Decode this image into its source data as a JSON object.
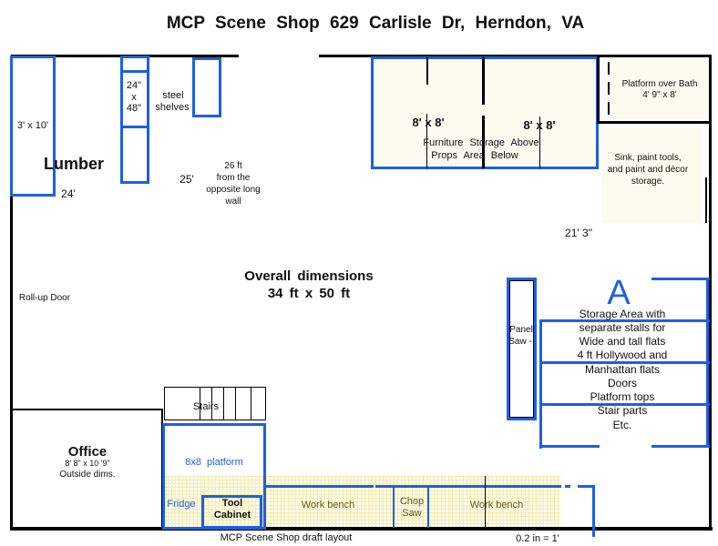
{
  "title": "MCP Scene Shop 629 Carlisle Dr, Herndon, VA",
  "lumber": {
    "rack_size": "3' x 10'",
    "label": "Lumber",
    "dim": "24'"
  },
  "shelves": {
    "size_line1": "24\"",
    "size_line2": "x",
    "size_line3": "48\"",
    "label_line1": "steel",
    "label_line2": "shelves"
  },
  "dims": {
    "d25": "25'",
    "note_lines": [
      "26 ft",
      "from the",
      "opposite long",
      "wall"
    ],
    "d21": "21' 3\""
  },
  "furniture": {
    "size_left": "8' x 8'",
    "size_right": "8' x 8'",
    "line1": "Furniture Storage Above",
    "line2": "Props Area Below"
  },
  "platform_bath": {
    "line1": "Platform over Bath",
    "line2": "4' 9\" x 8'"
  },
  "sink": {
    "lines": [
      "Sink, paint tools,",
      "and paint and décor",
      "storage."
    ]
  },
  "overall": {
    "line1": "Overall dimensions",
    "line2": "34 ft x 50 ft"
  },
  "rollup_door": "Roll-up Door",
  "panel_saw": {
    "line1": "Panel",
    "line2": "Saw -"
  },
  "storage": {
    "letter": "A",
    "lines": [
      "Storage Area with",
      "separate stalls for",
      "Wide and tall flats",
      "4 ft Hollywood and",
      "Manhattan flats",
      "Doors",
      "Platform tops",
      "Stair parts",
      "Etc."
    ]
  },
  "stairs": "Stairs",
  "office": {
    "label": "Office",
    "dims": "8' 8\" x 10 '9\"",
    "note": "Outside dims."
  },
  "platform8x8": "8x8 platform",
  "fridge": "Fridge",
  "tool_cabinet": {
    "line1": "Tool",
    "line2": "Cabinet"
  },
  "workbench_left": "Work bench",
  "chop_saw": {
    "line1": "Chop",
    "line2": "Saw"
  },
  "workbench_right": "Work bench",
  "caption": "MCP Scene Shop draft layout",
  "scale": "0.2 in = 1'",
  "colors": {
    "wall": "#000000",
    "fixture": "#1f5fe0",
    "workarea": "#fdfbe6"
  }
}
